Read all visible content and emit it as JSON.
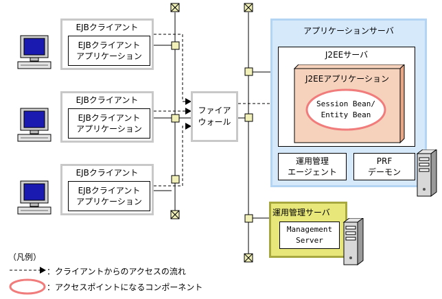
{
  "clients": [
    {
      "title": "EJBクライアント",
      "app_line1": "EJBクライアント",
      "app_line2": "アプリケーション"
    },
    {
      "title": "EJBクライアント",
      "app_line1": "EJBクライアント",
      "app_line2": "アプリケーション"
    },
    {
      "title": "EJBクライアント",
      "app_line1": "EJBクライアント",
      "app_line2": "アプリケーション"
    }
  ],
  "firewall": {
    "line1": "ファイア",
    "line2": "ウォール"
  },
  "app_server": {
    "title": "アプリケーションサーバ",
    "j2ee_server": "J2EEサーバ",
    "j2ee_app": "J2EEアプリケーション",
    "bean_line1": "Session Bean/",
    "bean_line2": "Entity Bean",
    "agent_line1": "運用管理",
    "agent_line2": "エージェント",
    "prf_line1": "PRF",
    "prf_line2": "デーモン"
  },
  "mgmt_server": {
    "title": "運用管理サーバ",
    "inner_line1": "Management",
    "inner_line2": "Server"
  },
  "legend": {
    "heading": "（凡例）",
    "arrow_label": "：クライアントからのアクセスの流れ",
    "ellipse_label": "：アクセスポイントになるコンポーネント"
  },
  "colors": {
    "client_border": "#c8c8c8",
    "app_server_fill": "#d6e9fb",
    "app_server_border": "#b4d4f4",
    "j2ee_app_fill": "#f6d2bc",
    "mgmt_fill": "#e8e87a",
    "node_fill": "#f0f0b8",
    "access_point": "#f07c7c"
  }
}
